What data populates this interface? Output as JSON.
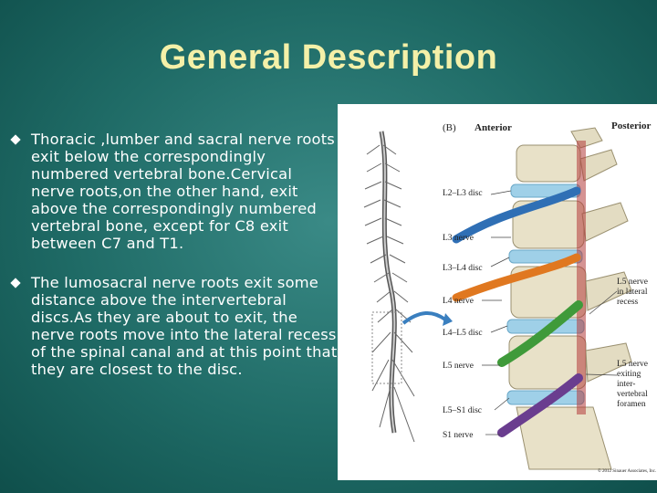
{
  "title": "General Description",
  "bullets": [
    "Thoracic ,lumber and sacral nerve roots exit below the correspondingly numbered vertebral bone.Cervical nerve roots,on the other hand, exit above the correspondingly numbered vertebral bone, except for C8 exit between C7 and T1.",
    "The lumosacral nerve roots exit some distance above the intervertebral discs.As they are about to exit, the nerve roots move into the lateral recess of the spinal canal and at this point that they are closest to the disc."
  ],
  "figure": {
    "panel": "(B)",
    "anterior": "Anterior",
    "posterior": "Posterior",
    "left_labels": [
      "L2–L3 disc",
      "L3 nerve",
      "L3–L4 disc",
      "L4 nerve",
      "L4–L5 disc",
      "L5 nerve",
      "L5–S1 disc",
      "S1 nerve"
    ],
    "right_top": "L5 nerve in lateral recess",
    "right_bottom": "L5 nerve exiting inter- vertebral foramen",
    "copyright": "© 2012 Sinauer Associates, Inc.",
    "colors": {
      "l3_nerve": "#2f6fb5",
      "l4_nerve": "#e07820",
      "l5_nerve": "#3f9a3a",
      "s1_nerve": "#6a3d8f",
      "disc": "#9fd0e8",
      "bone": "#e8e1c8"
    }
  }
}
